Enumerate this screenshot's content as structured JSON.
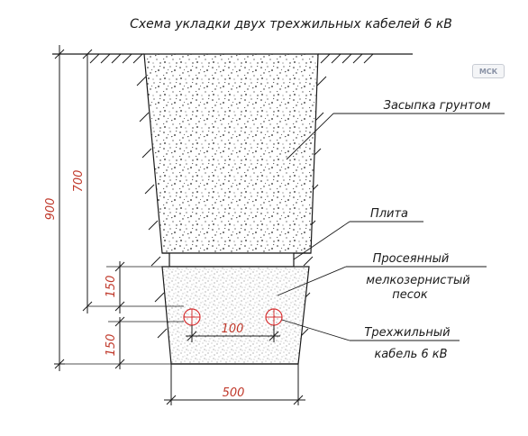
{
  "title": "Схема укладки двух трехжильных кабелей 6 кВ",
  "badge": "МСК",
  "labels": {
    "backfill": "Засыпка грунтом",
    "slab": "Плита",
    "sand_line1": "Просеянный",
    "sand_line2": "мелкозернистый",
    "sand_line3": "песок",
    "cable_line1": "Трехжильный",
    "cable_line2": "кабель 6 кВ"
  },
  "dimensions": {
    "total_depth": "900",
    "backfill_depth": "700",
    "upper_sand": "150",
    "lower_sand": "150",
    "cable_spacing": "100",
    "trench_width": "500"
  },
  "colors": {
    "lines": "#1a1a1a",
    "dimension_text": "#c0392b",
    "cable_marker": "#d63031"
  }
}
